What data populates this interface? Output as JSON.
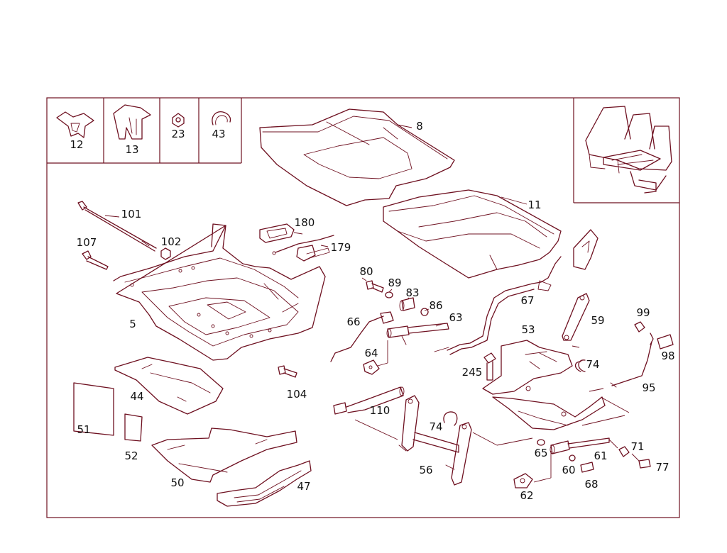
{
  "colors": {
    "line": "#6e1020",
    "text": "#111111",
    "background": "#ffffff"
  },
  "labels": {
    "p12": "12",
    "p13": "13",
    "p23": "23",
    "p43": "43",
    "p8": "8",
    "p11": "11",
    "p101": "101",
    "p102": "102",
    "p107": "107",
    "p180": "180",
    "p179": "179",
    "p5": "5",
    "p80": "80",
    "p89": "89",
    "p83": "83",
    "p86": "86",
    "p63": "63",
    "p66": "66",
    "p67": "67",
    "p64": "64",
    "p53": "53",
    "p59": "59",
    "p99": "99",
    "p98": "98",
    "p245": "245",
    "p74a": "74",
    "p95": "95",
    "p44": "44",
    "p104": "104",
    "p110": "110",
    "p51": "51",
    "p52": "52",
    "p74b": "74",
    "p65": "65",
    "p61": "61",
    "p71": "71",
    "p77": "77",
    "p60": "60",
    "p68": "68",
    "p56": "56",
    "p50": "50",
    "p47": "47",
    "p62": "62"
  }
}
